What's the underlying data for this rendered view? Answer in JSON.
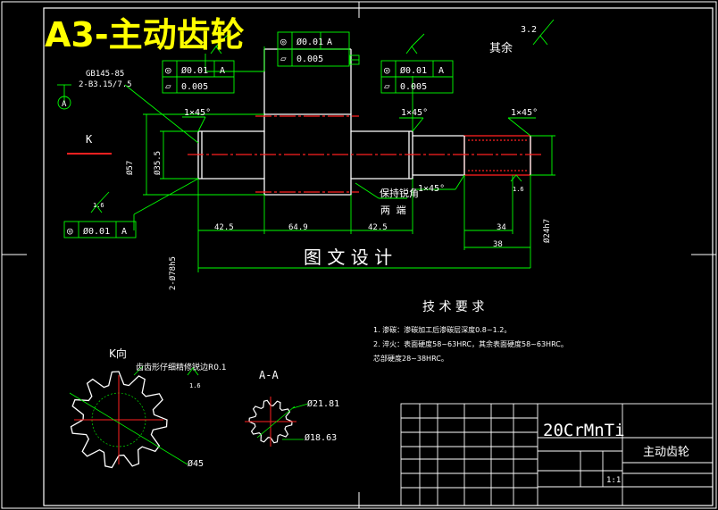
{
  "overlay_title": "A3-主动齿轮",
  "watermark": "图 文 设 计",
  "roughness": {
    "value": "3.2",
    "label": "其余"
  },
  "tolerance_frames": {
    "top_center": [
      {
        "symbol": "◎",
        "value": "Ø0.01",
        "datum": "A"
      },
      {
        "symbol": "▱",
        "value": "0.005",
        "datum": ""
      }
    ],
    "left": [
      {
        "symbol": "◎",
        "value": "Ø0.01",
        "datum": "A"
      },
      {
        "symbol": "▱",
        "value": "0.005",
        "datum": ""
      }
    ],
    "right": [
      {
        "symbol": "◎",
        "value": "Ø0.01",
        "datum": "A"
      },
      {
        "symbol": "▱",
        "value": "0.005",
        "datum": ""
      }
    ],
    "bottom_left": [
      {
        "symbol": "◎",
        "value": "Ø0.01",
        "datum": "A"
      }
    ]
  },
  "annotations": {
    "spline_spec_1": "GB145-85",
    "spline_spec_2": "2-B3.15/7.5",
    "chamfer": "1×45°",
    "section_marker": "K",
    "datum_a": "A",
    "dia_left": "Ø35.5",
    "dia_left_2": "Ø57",
    "dia_total": "2-Ø78h5",
    "len_1": "42.5",
    "len_2": "64.9",
    "len_3": "42.5",
    "len_4": "34",
    "len_5": "38",
    "dia_right": "Ø24h7",
    "keep_sharp": "保持锐角",
    "both_ends": "两 端",
    "view_k": "K向",
    "view_k_note": "齿齿形仔细精修锐边R0.1",
    "view_k_dia": "Ø45",
    "section_aa": "A-A",
    "aa_dia_1": "Ø21.81",
    "aa_dia_2": "Ø18.63",
    "roughness_small": "1.6"
  },
  "tech_requirements": {
    "title": "技 术 要 求",
    "items": [
      "1. 渗碳：渗碳加工后渗碳层深度0.8~1.2。",
      "2. 淬火：表面硬度58~63HRC，其余表面硬度58~63HRC。",
      "   芯部硬度28~38HRC。"
    ]
  },
  "title_block": {
    "material": "20CrMnTi",
    "part_name": "主动齿轮",
    "scale": "1:1"
  },
  "colors": {
    "bg": "#000000",
    "frame": "#ffffff",
    "outline": "#ffffff",
    "dim": "#00ff00",
    "center": "#ff0000",
    "text": "#ffffff",
    "overlay": "#ffff00"
  }
}
